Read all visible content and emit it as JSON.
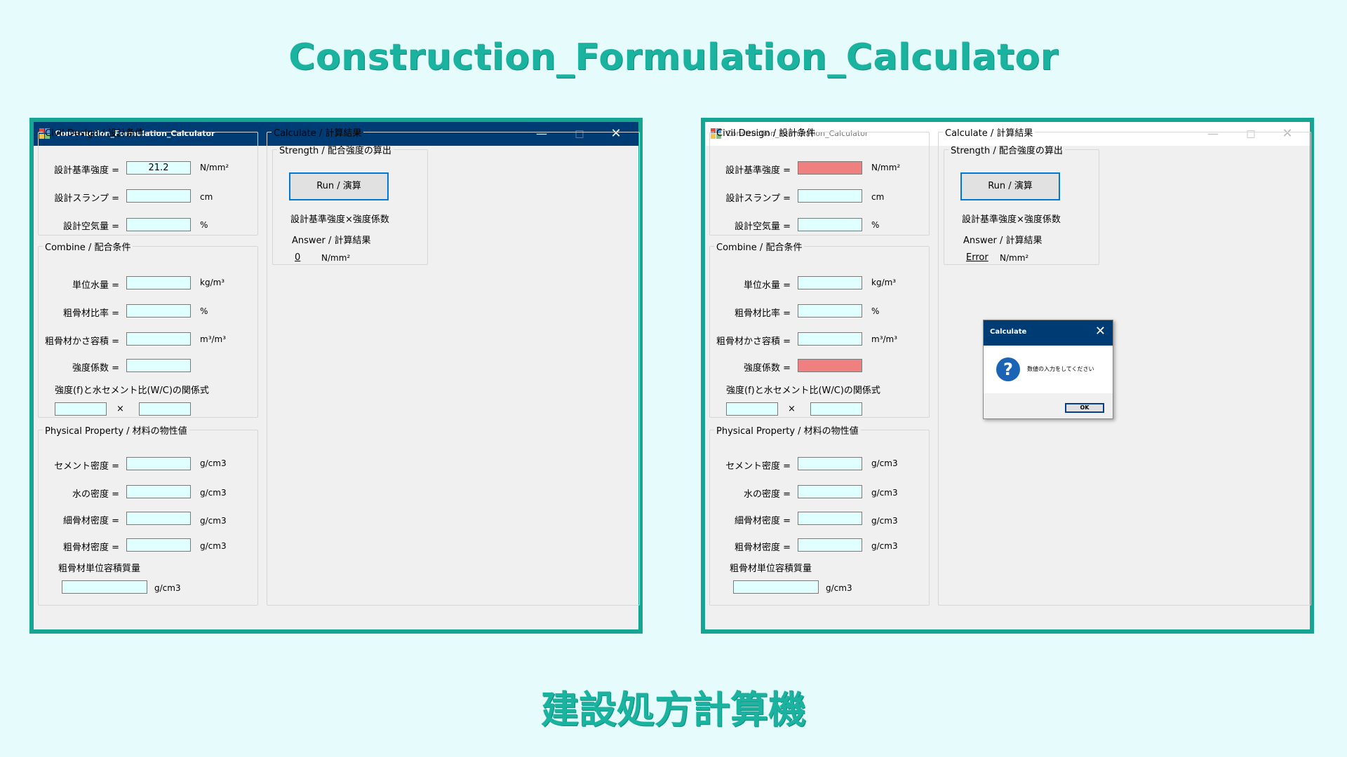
{
  "banner": {
    "title": "Construction_Formulation_Calculator",
    "subtitle_jp": "建設処方計算機"
  },
  "window": {
    "title": "Construction_Formulation_Calculator",
    "controls": {
      "minimize": "—",
      "maximize": "□",
      "close": "✕"
    }
  },
  "civil_design": {
    "legend": "Civil Design / 設計条件",
    "design_strength_label": "設計基準強度 =",
    "design_strength_unit": "N/mm²",
    "slump_label": "設計スランプ =",
    "slump_unit": "cm",
    "air_label": "設計空気量 =",
    "air_unit": "%"
  },
  "combine": {
    "legend": "Combine / 配合条件",
    "water_label": "単位水量 =",
    "water_unit": "kg/m³",
    "coarse_ratio_label": "粗骨材比率 =",
    "coarse_ratio_unit": "%",
    "coarse_bulk_label": "粗骨材かさ容積 =",
    "coarse_bulk_unit": "m³/m³",
    "strength_coef_label": "強度係数 =",
    "relation_label": "強度(f)と水セメント比(W/C)の関係式",
    "times": "×"
  },
  "physical": {
    "legend": "Physical Property / 材料の物性値",
    "cement_label": "セメント密度 =",
    "water_density_label": "水の密度 =",
    "fine_label": "細骨材密度 =",
    "coarse_label": "粗骨材密度 =",
    "coarse_mass_label": "粗骨材単位容積質量",
    "unit": "g/cm3"
  },
  "calculate": {
    "legend": "Calculate / 計算結果",
    "strength_legend": "Strength / 配合強度の算出",
    "run_button": "Run / 演算",
    "formula": "設計基準強度×強度係数",
    "answer_label": "Answer / 計算結果",
    "unit": "N/mm²"
  },
  "left_state": {
    "design_strength_value": "21.2",
    "result": "0"
  },
  "right_state": {
    "result": "Error"
  },
  "dialog": {
    "title": "Calculate",
    "close": "✕",
    "icon": "?",
    "message": "数値の入力をしてください",
    "ok": "OK"
  },
  "colors": {
    "accent": "#17a593",
    "titlebar": "#003c74",
    "input_bg": "#e0ffff",
    "error_bg": "#f08080"
  }
}
